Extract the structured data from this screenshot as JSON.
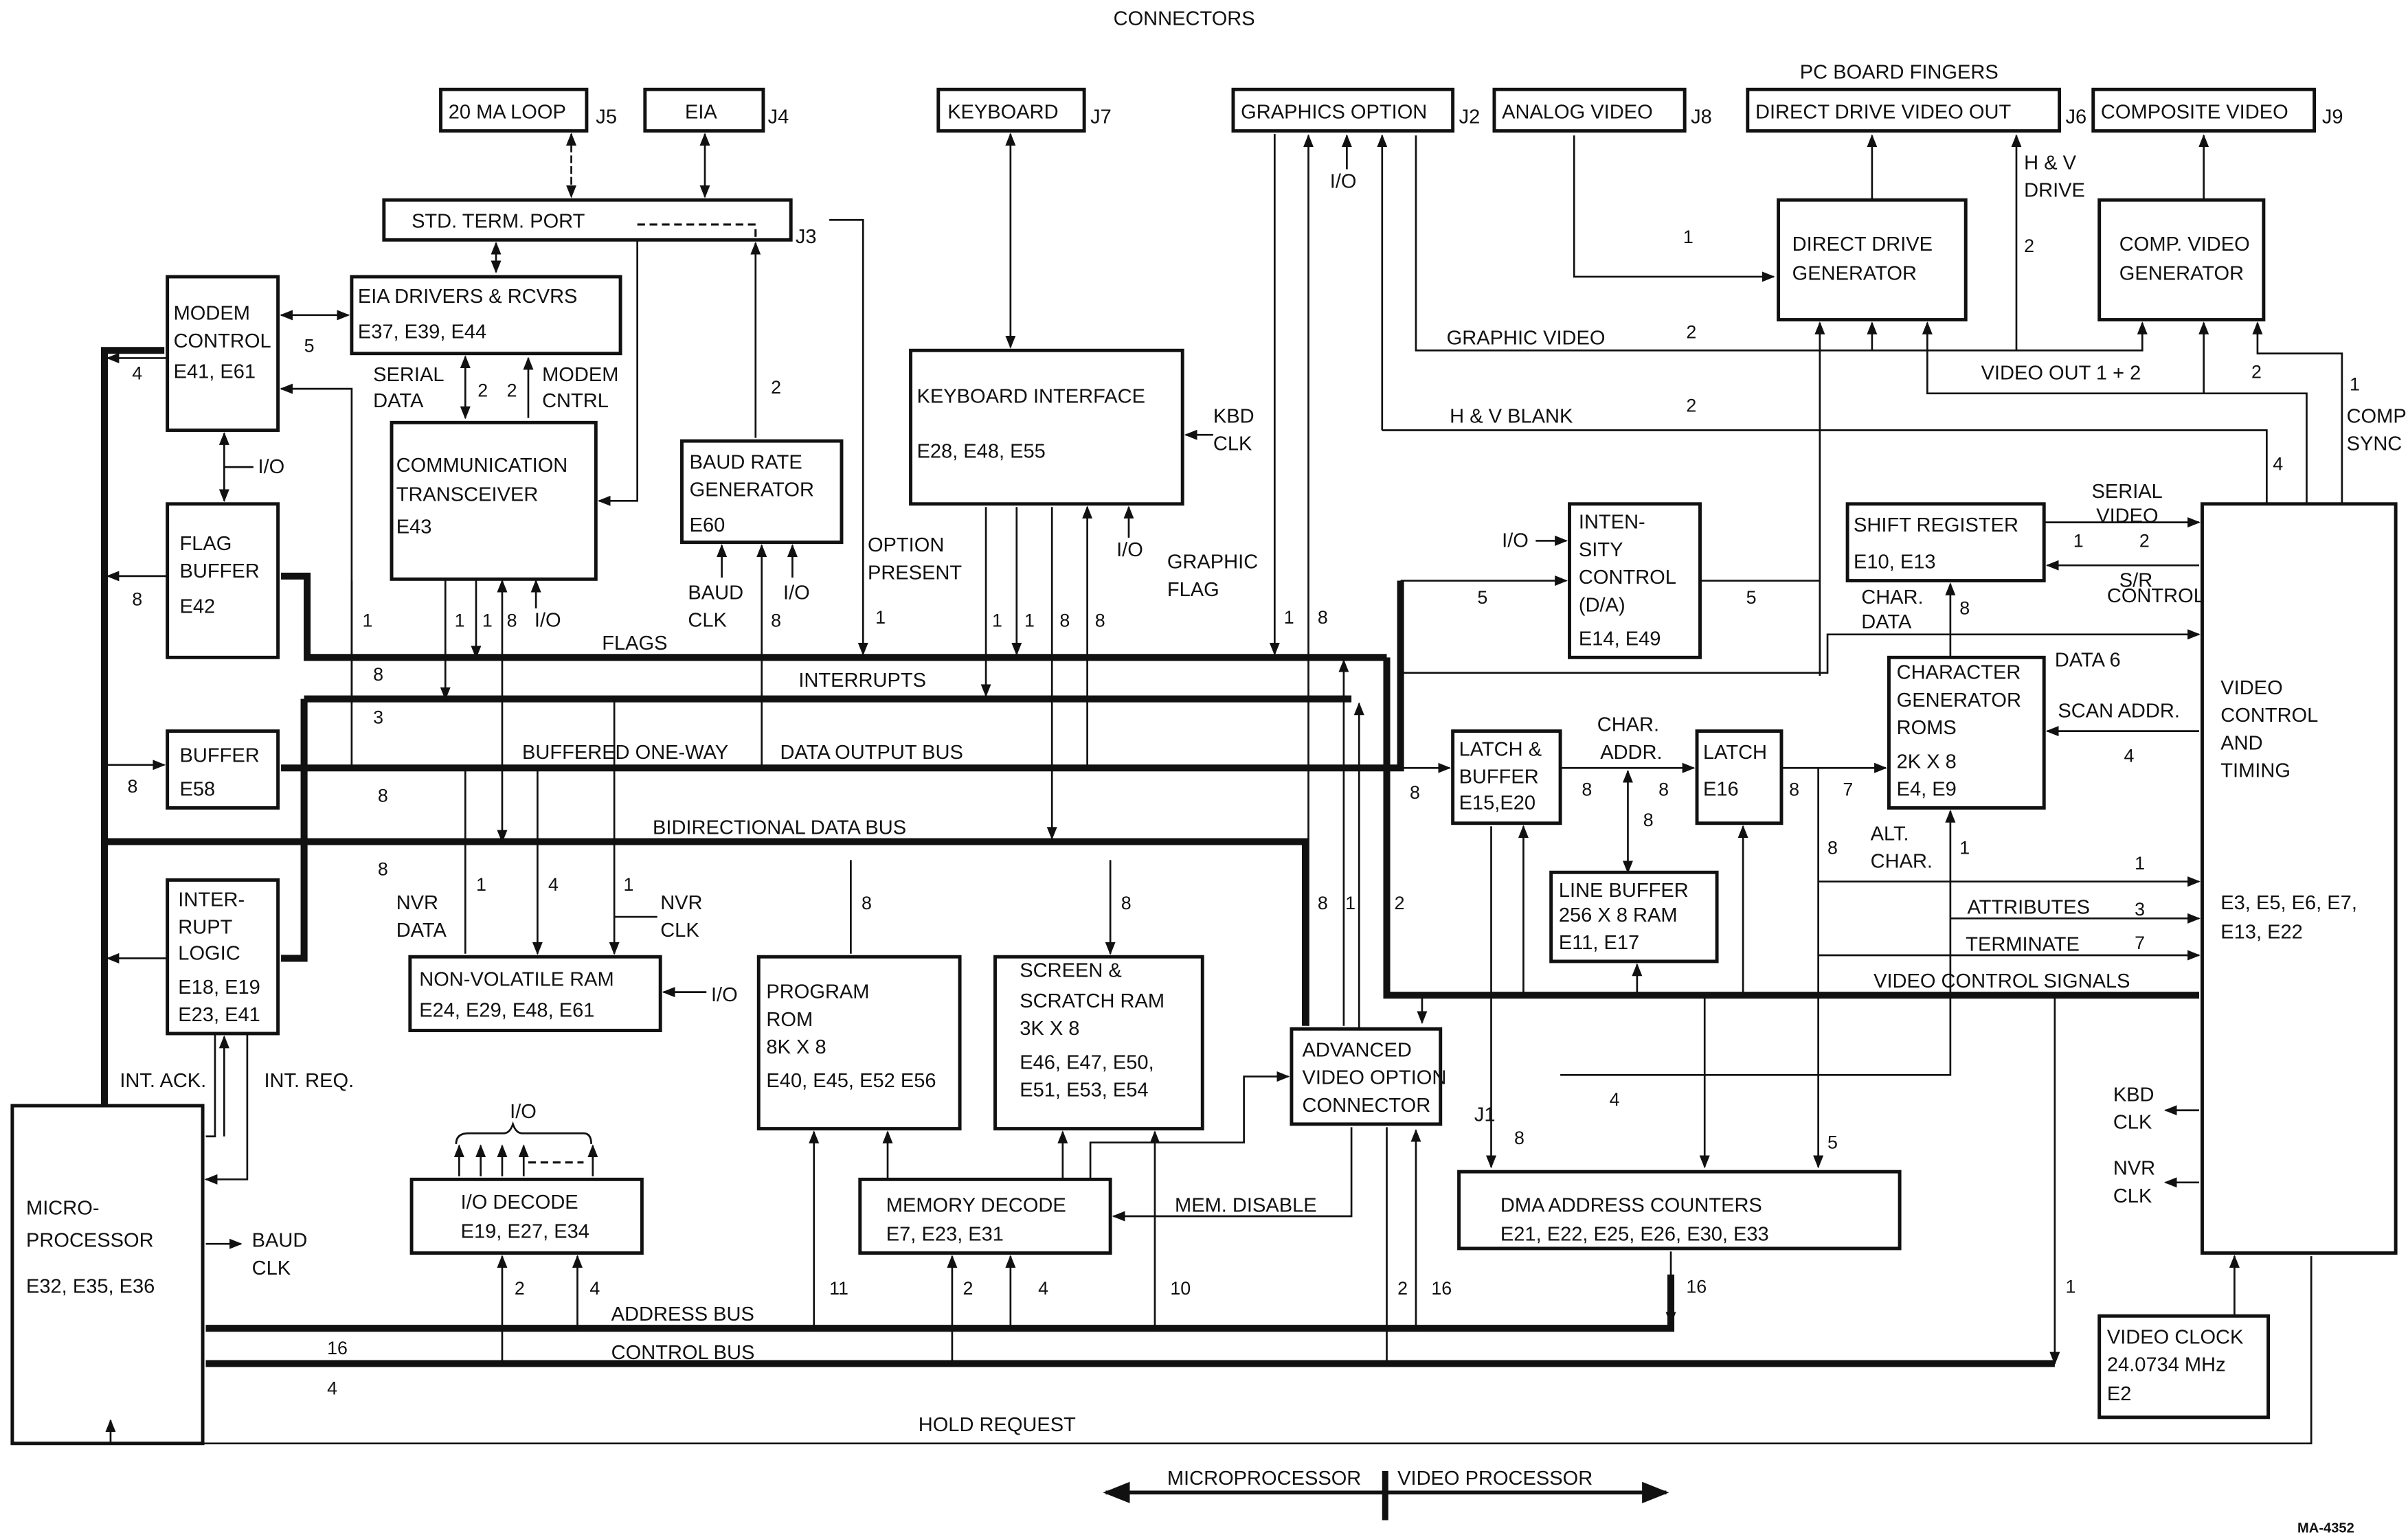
{
  "title": "CONNECTORS",
  "subtitle_pc_board": "PC BOARD  FINGERS",
  "figure_id": "MA-4352",
  "connectors": {
    "loop20ma": {
      "label": "20 MA LOOP",
      "ref": "J5"
    },
    "eia": {
      "label": "EIA",
      "ref": "J4"
    },
    "keyboard": {
      "label": "KEYBOARD",
      "ref": "J7"
    },
    "graphics_option": {
      "label": "GRAPHICS OPTION",
      "ref": "J2"
    },
    "analog_video": {
      "label": "ANALOG VIDEO",
      "ref": "J8"
    },
    "direct_drive_out": {
      "label": "DIRECT DRIVE VIDEO OUT",
      "ref": "J6"
    },
    "composite_video": {
      "label": "COMPOSITE VIDEO",
      "ref": "J9"
    },
    "std_term_port": {
      "label": "STD. TERM. PORT",
      "ref": "J3"
    },
    "advanced_video": {
      "lines": [
        "ADVANCED",
        "VIDEO OPTION",
        "CONNECTOR"
      ],
      "ref": "J1"
    }
  },
  "blocks": {
    "modem_control": {
      "lines": [
        "MODEM",
        "CONTROL",
        "E41, E61"
      ]
    },
    "eia_drivers": {
      "lines": [
        "EIA DRIVERS & RCVRS",
        "E37, E39, E44"
      ]
    },
    "comm_transceiver": {
      "lines": [
        "COMMUNICATION",
        "TRANSCEIVER",
        "E43"
      ]
    },
    "baud_rate_gen": {
      "lines": [
        "BAUD RATE",
        "GENERATOR",
        "E60"
      ]
    },
    "keyboard_interface": {
      "lines": [
        "KEYBOARD INTERFACE",
        "E28, E48, E55"
      ]
    },
    "flag_buffer": {
      "lines": [
        "FLAG",
        "BUFFER",
        "E42"
      ]
    },
    "buffer": {
      "lines": [
        "BUFFER",
        "E58"
      ]
    },
    "interrupt_logic": {
      "lines": [
        "INTER-",
        "RUPT",
        "LOGIC",
        "E18, E19",
        "E23, E41"
      ]
    },
    "nvram": {
      "lines": [
        "NON-VOLATILE RAM",
        "E24, E29, E48, E61"
      ]
    },
    "program_rom": {
      "lines": [
        "PROGRAM",
        "ROM",
        "8K X 8",
        "E40, E45, E52 E56"
      ]
    },
    "screen_ram": {
      "lines": [
        "SCREEN &",
        "SCRATCH RAM",
        "3K X 8",
        "E46, E47, E50,",
        "E51, E53, E54"
      ]
    },
    "microprocessor": {
      "lines": [
        "MICRO-",
        "PROCESSOR",
        "E32, E35, E36"
      ]
    },
    "io_decode": {
      "lines": [
        "I/O DECODE",
        "E19, E27, E34"
      ]
    },
    "memory_decode": {
      "lines": [
        "MEMORY DECODE",
        "E7, E23, E31"
      ]
    },
    "intensity_control": {
      "lines": [
        "INTEN-",
        "SITY",
        "CONTROL",
        "(D/A)",
        "E14, E49"
      ]
    },
    "direct_drive_gen": {
      "lines": [
        "DIRECT DRIVE",
        "GENERATOR"
      ]
    },
    "comp_video_gen": {
      "lines": [
        "COMP. VIDEO",
        "GENERATOR"
      ]
    },
    "shift_register": {
      "lines": [
        "SHIFT REGISTER",
        "E10, E13"
      ]
    },
    "latch_buffer": {
      "lines": [
        "LATCH &",
        "BUFFER",
        "E15,E20"
      ]
    },
    "latch": {
      "lines": [
        "LATCH",
        "E16"
      ]
    },
    "char_gen_roms": {
      "lines": [
        "CHARACTER",
        "GENERATOR",
        "ROMS",
        "2K X 8",
        "E4, E9"
      ]
    },
    "line_buffer": {
      "lines": [
        "LINE BUFFER",
        "256 X 8 RAM",
        "E11, E17"
      ]
    },
    "dma_counters": {
      "lines": [
        "DMA ADDRESS COUNTERS",
        "E21, E22, E25, E26, E30, E33"
      ]
    },
    "video_control": {
      "lines": [
        "VIDEO",
        "CONTROL",
        "AND",
        "TIMING",
        "E3, E5, E6, E7,",
        "E13, E22"
      ]
    },
    "video_clock": {
      "lines": [
        "VIDEO CLOCK",
        "24.0734 MHz",
        "E2"
      ]
    }
  },
  "buses": {
    "flags": "FLAGS",
    "interrupts": "INTERRUPTS",
    "buffered_one_way": "BUFFERED ONE-WAY",
    "data_output_bus": "DATA OUTPUT BUS",
    "bidirectional": "BIDIRECTIONAL DATA BUS",
    "address_bus": "ADDRESS BUS",
    "control_bus": "CONTROL BUS",
    "hold_request": "HOLD REQUEST",
    "video_control_signals": "VIDEO CONTROL SIGNALS"
  },
  "signals": {
    "serial_data": [
      "SERIAL",
      "DATA"
    ],
    "modem_cntrl": [
      "MODEM",
      "CNTRL"
    ],
    "io": "I/O",
    "baud_clk": [
      "BAUD",
      "CLK"
    ],
    "option_present": [
      "OPTION",
      "PRESENT"
    ],
    "kbd_clk": [
      "KBD",
      "CLK"
    ],
    "graphic_flag": [
      "GRAPHIC",
      "FLAG"
    ],
    "graphic_video": "GRAPHIC VIDEO",
    "hv_blank": "H & V BLANK",
    "hv_drive": [
      "H & V",
      "DRIVE"
    ],
    "video_out": "VIDEO OUT  1 + 2",
    "comp_sync": [
      "COMP",
      "SYNC"
    ],
    "serial_video": [
      "SERIAL",
      "VIDEO"
    ],
    "sr_control": [
      "S/R",
      "CONTROL"
    ],
    "char_data": [
      "CHAR.",
      "DATA"
    ],
    "data6": "DATA 6",
    "scan_addr": "SCAN ADDR.",
    "char_addr": [
      "CHAR.",
      "ADDR."
    ],
    "alt_char": [
      "ALT.",
      "CHAR."
    ],
    "attributes": "ATTRIBUTES",
    "terminate": "TERMINATE",
    "nvr_data": [
      "NVR",
      "DATA"
    ],
    "nvr_clk": [
      "NVR",
      "CLK"
    ],
    "int_ack": "INT. ACK.",
    "int_req": "INT. REQ.",
    "mem_disable": "MEM. DISABLE",
    "nvr_clk_out": [
      "NVR",
      "CLK"
    ],
    "kbd_clk_out": [
      "KBD",
      "CLK"
    ]
  },
  "divider": {
    "left": "MICROPROCESSOR",
    "right": "VIDEO PROCESSOR"
  }
}
